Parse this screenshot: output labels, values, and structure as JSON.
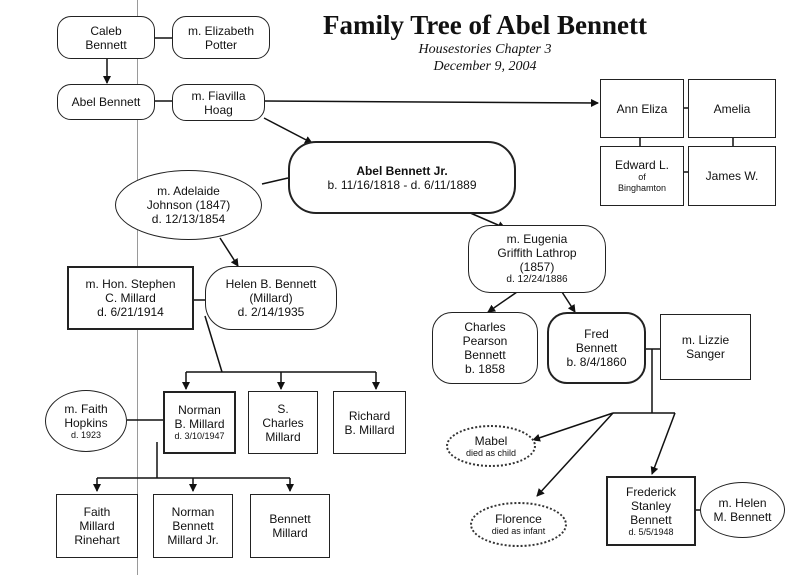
{
  "header": {
    "title": "Family Tree of Abel Bennett",
    "chapter": "Housestories Chapter 3",
    "date": "December 9, 2004"
  },
  "people": {
    "caleb": {
      "name": "Caleb\nBennett"
    },
    "elizabeth": {
      "name": "m. Elizabeth\nPotter"
    },
    "abel": {
      "name": "Abel Bennett"
    },
    "fiavilla": {
      "name": "m. Fiavilla\nHoag"
    },
    "ann_eliza": {
      "name": "Ann Eliza"
    },
    "amelia": {
      "name": "Amelia"
    },
    "edward": {
      "name": "Edward L.",
      "note": "of\nBinghamton"
    },
    "james": {
      "name": "James W."
    },
    "abel_jr": {
      "name": "Abel Bennett Jr.",
      "dates": "b. 11/16/1818 - d. 6/11/1889"
    },
    "adelaide": {
      "name": "m. Adelaide\nJohnson (1847)\nd. 12/13/1854"
    },
    "eugenia": {
      "name": "m. Eugenia\nGriffith Lathrop\n(1857)",
      "dates": "d. 12/24/1886"
    },
    "stephen": {
      "name": "m. Hon. Stephen\nC. Millard\nd. 6/21/1914"
    },
    "helen_b": {
      "name": "Helen B. Bennett\n(Millard)\nd. 2/14/1935"
    },
    "charles": {
      "name": "Charles\nPearson\nBennett\nb. 1858"
    },
    "fred": {
      "name": "Fred\nBennett\nb. 8/4/1860"
    },
    "lizzie": {
      "name": "m. Lizzie\nSanger"
    },
    "faith_h": {
      "name": "m. Faith\nHopkins",
      "dates": "d. 1923"
    },
    "norman_b": {
      "name": "Norman\nB. Millard",
      "dates": "d. 3/10/1947"
    },
    "s_charles": {
      "name": "S.\nCharles\nMillard"
    },
    "richard": {
      "name": "Richard\nB. Millard"
    },
    "mabel": {
      "name": "Mabel",
      "note": "died as child"
    },
    "florence": {
      "name": "Florence",
      "note": "died as infant"
    },
    "frederick": {
      "name": "Frederick\nStanley\nBennett",
      "dates": "d. 5/5/1948"
    },
    "helen_m": {
      "name": "m. Helen\nM. Bennett"
    },
    "faith_r": {
      "name": "Faith\nMillard\nRinehart"
    },
    "norman_jr": {
      "name": "Norman\nBennett\nMillard Jr."
    },
    "bennett_m": {
      "name": "Bennett\nMillard"
    }
  }
}
